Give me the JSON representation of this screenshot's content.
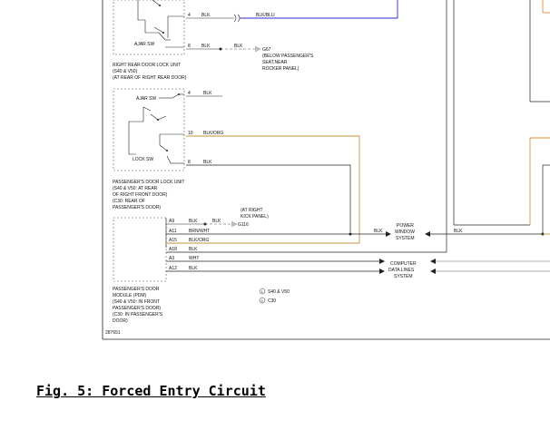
{
  "right_rear_lock_unit": {
    "ajar_sw": "AJAR SW",
    "label_lines": [
      "RIGHT REAR DOOR LOCK UNIT",
      "(S40 & V50)",
      "(AT REAR OF RIGHT REAR DOOR)"
    ],
    "pins": [
      {
        "pin": "4",
        "wire": "BLK"
      },
      {
        "pin": "8",
        "wire": "BLK"
      }
    ],
    "blu_wire": "BLK/BLU",
    "ground_wire": "BLK",
    "ground_lines": [
      "G67",
      "(BELOW PASSENGER'S",
      "SEAT,NEAR",
      "ROCKER PANEL)"
    ]
  },
  "passenger_lock_unit": {
    "ajar_sw": "AJAR SW",
    "lock_sw": "LOCK SW",
    "label_lines": [
      "PASSENGER'S DOOR LOCK UNIT",
      "(S40 & V50: AT REAR",
      "OF RIGHT FRONT DOOR)",
      "(C30: REAR OF",
      "PASSENGER'S DOOR)"
    ],
    "pins": [
      {
        "pin": "4",
        "wire": "BLK"
      },
      {
        "pin": "10",
        "wire": "BLK/ORG"
      },
      {
        "pin": "8",
        "wire": "BLK"
      }
    ]
  },
  "pdm": {
    "label_lines": [
      "PASSENGER'S DOOR",
      "MODULE (PDM)",
      "(S40 & V50: IN FRONT",
      "PASSENGER'S DOOR)",
      "(C30: IN PASSENGER'S",
      "DOOR)"
    ],
    "pins": [
      {
        "pin": "A9",
        "wire": "BLK"
      },
      {
        "pin": "A11",
        "wire": "BRN/WHT"
      },
      {
        "pin": "A15",
        "wire": "BLK/ORG"
      },
      {
        "pin": "A18",
        "wire": "BLK"
      },
      {
        "pin": "A3",
        "wire": "WHT"
      },
      {
        "pin": "A12",
        "wire": "BLK"
      }
    ],
    "g116_wire": "BLK",
    "g116_lines": [
      "(AT RIGHT",
      "KICK PANEL)",
      "G116"
    ]
  },
  "power_window": {
    "lines": [
      "POWER",
      "WINDOW",
      "SYSTEM"
    ],
    "left_wire": "BLK",
    "right_wire": "BLK"
  },
  "computer_data": {
    "lines": [
      "COMPUTER",
      "DATA LINES",
      "SYSTEM"
    ]
  },
  "notes": [
    {
      "num": "1",
      "text": "S40 & V50"
    },
    {
      "num": "2",
      "text": "C30"
    }
  ],
  "figure_id": "287651",
  "caption": "Fig. 5: Forced Entry Circuit",
  "colors": {
    "blu_wire": "#2a2ad0",
    "org_wire": "#c8923a",
    "orange_box": "#e0903a",
    "line": "#222222",
    "dash": "#555555"
  }
}
